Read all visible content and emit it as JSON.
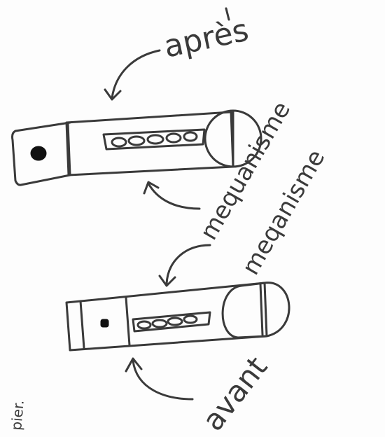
{
  "labels": {
    "after": "après",
    "mechanism_top": "mequanisme",
    "mechanism_bottom": "meqanisme",
    "before": "avant",
    "corner_text": "pier."
  },
  "colors": {
    "ink": "#3a3a3a",
    "paper": "#fdfdfd"
  }
}
